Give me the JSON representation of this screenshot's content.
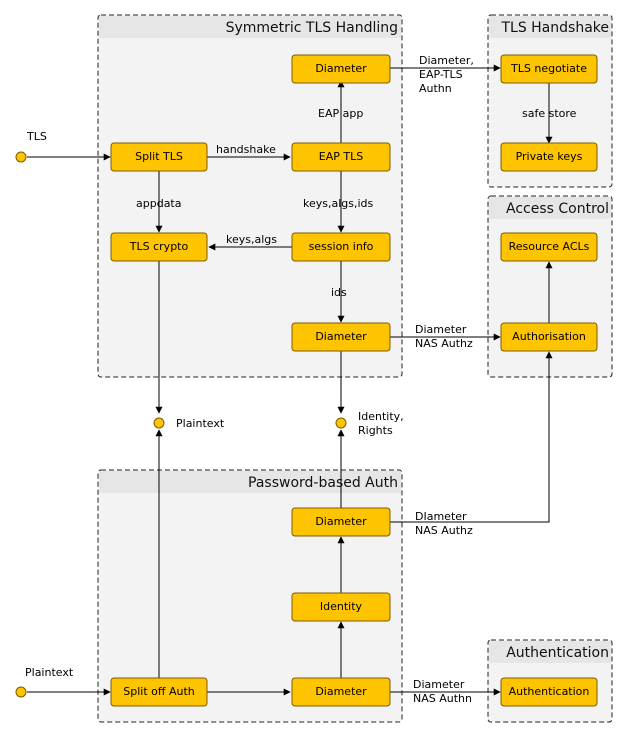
{
  "groups": {
    "symmetric": "Symmetric TLS Handling",
    "handshake": "TLS Handshake",
    "access": "Access Control",
    "password": "Password-based Auth",
    "authentication": "Authentication"
  },
  "nodes": {
    "diameter_top": "Diameter",
    "eap_tls": "EAP TLS",
    "split_tls": "Split TLS",
    "tls_crypto": "TLS crypto",
    "session_info": "session info",
    "diameter_nas": "Diameter",
    "tls_negotiate": "TLS negotiate",
    "private_keys": "Private keys",
    "resource_acls": "Resource ACLs",
    "authorisation": "Authorisation",
    "diameter_pw": "Diameter",
    "identity": "Identity",
    "split_off_auth": "Split off Auth",
    "diameter_bottom": "Diameter",
    "authentication": "Authentication"
  },
  "terminals": {
    "tls_in": "TLS",
    "plaintext_out": "Plaintext",
    "identity_rights": [
      "Identity,",
      "Rights"
    ],
    "plaintext_in": "Plaintext"
  },
  "edge_labels": {
    "diameter_eap_tls": [
      "Diameter,",
      "EAP-TLS",
      "Authn"
    ],
    "eap_app": "EAP app",
    "safe_store": "safe store",
    "handshake": "handshake",
    "appdata": "appdata",
    "keys_algs_ids": "keys,algs,ids",
    "keys_algs": "keys,algs",
    "ids": "ids",
    "diameter_nas_authz_1": [
      "Diameter",
      "NAS Authz"
    ],
    "diameter_nas_authz_2": [
      "DIameter",
      "NAS Authz"
    ],
    "diameter_nas_authn": [
      "Diameter",
      "NAS Authn"
    ]
  }
}
